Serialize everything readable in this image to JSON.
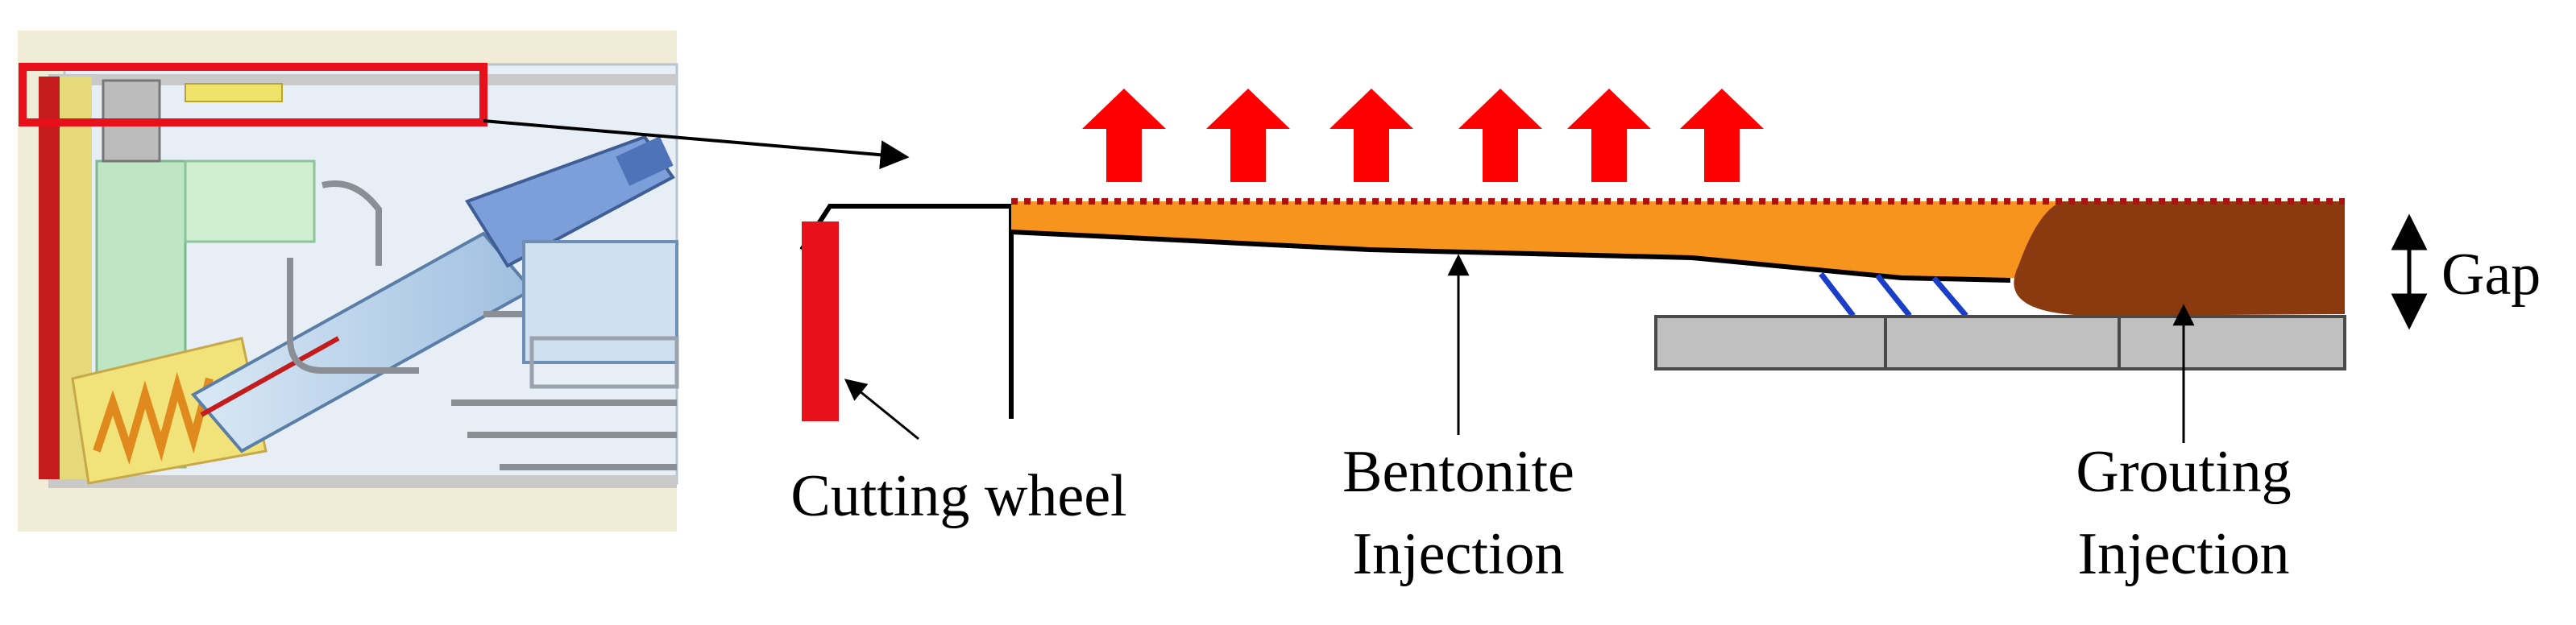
{
  "labels": {
    "cutting_wheel": "Cutting wheel",
    "bentonite_line1": "Bentonite",
    "bentonite_line2": "Injection",
    "grouting_line1": "Grouting",
    "grouting_line2": "Injection",
    "gap": "Gap"
  },
  "colors": {
    "background": "#ffffff",
    "highlight_box": "#e8101a",
    "arrow_red": "#ff0000",
    "cutting_wheel": "#e8101a",
    "bentonite": "#f7941d",
    "grout": "#8b3a0f",
    "segment": "#c0c0c0",
    "seal_blue": "#1a3ec8",
    "dotted_boundary": "#b01010"
  },
  "icons": {
    "uplift_arrows": "up-arrow",
    "pointer_arrows": "arrow"
  }
}
